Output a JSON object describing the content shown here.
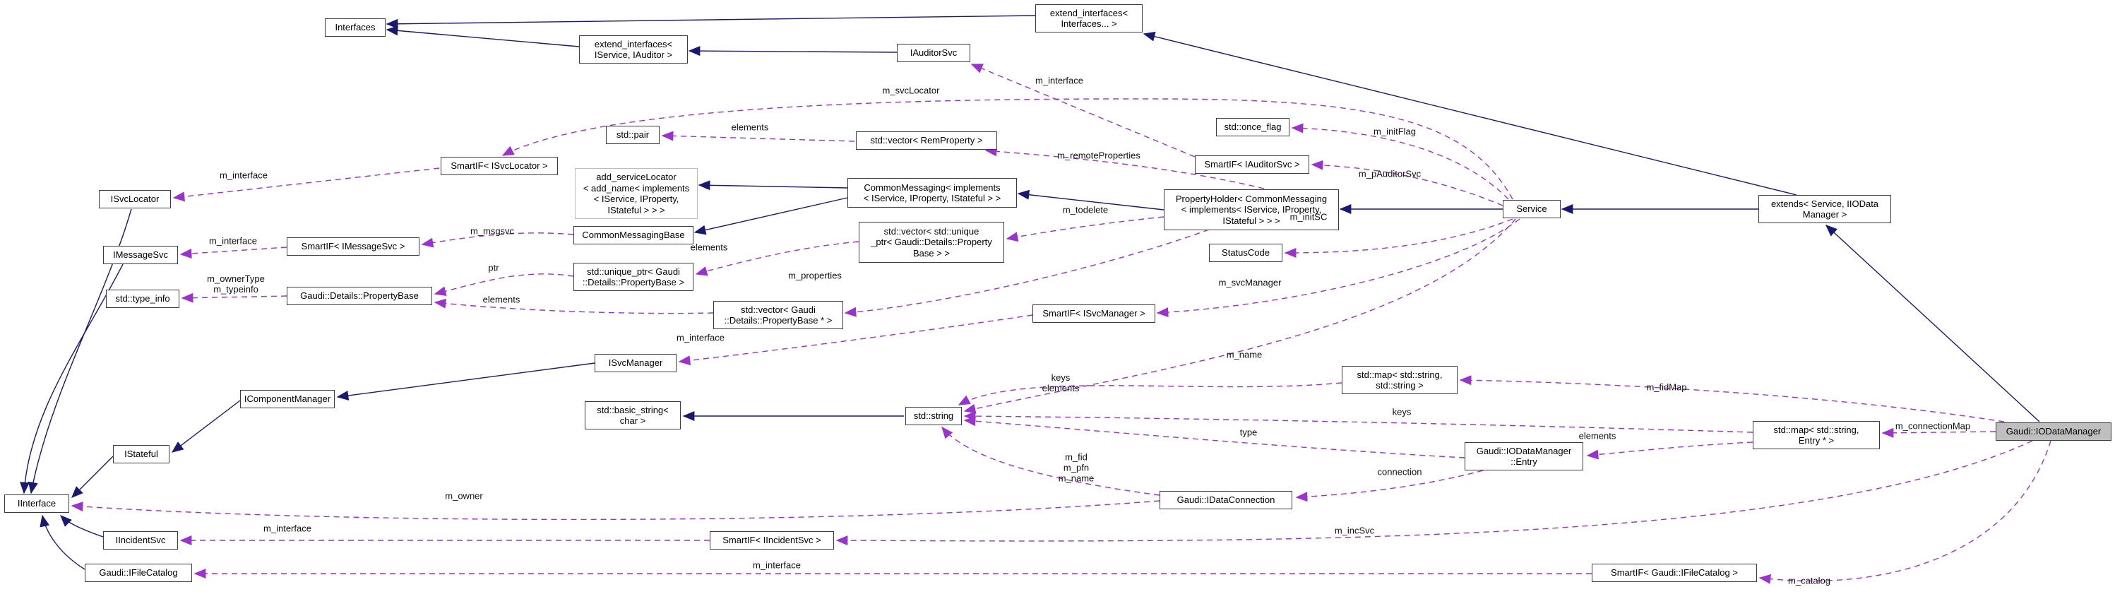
{
  "diagram": {
    "kind": "collaboration-graph",
    "main_class": "Gaudi::IODataManager"
  },
  "colors": {
    "inheritance_edge": "#191970",
    "usage_edge": "#9a32cd",
    "node_border": "#3c3c3c",
    "node_background": "#ffffff",
    "main_node_background": "#bfbfbf",
    "external_node_border": "#bdbdbd"
  },
  "nodes": {
    "interfaces": {
      "label": "Interfaces"
    },
    "ext_iservice_iauditor": {
      "label": "extend_interfaces<\nIService, IAuditor >"
    },
    "iauditorsvc": {
      "label": "IAuditorSvc"
    },
    "ext_interfaces": {
      "label": "extend_interfaces<\nInterfaces... >"
    },
    "smartif_isvclocator": {
      "label": "SmartIF< ISvcLocator >"
    },
    "std_pair": {
      "label": "std::pair"
    },
    "vector_remproperty": {
      "label": "std::vector< RemProperty >"
    },
    "once_flag": {
      "label": "std::once_flag"
    },
    "smartif_iauditorsvc": {
      "label": "SmartIF< IAuditorSvc >"
    },
    "isvclocator": {
      "label": "ISvcLocator"
    },
    "add_servicelocator": {
      "label": "add_serviceLocator\n< add_name< implements\n< IService, IProperty,\nIStateful > > >"
    },
    "commonmessaging": {
      "label": "CommonMessaging< implements\n< IService, IProperty, IStateful > >"
    },
    "propertyholder": {
      "label": "PropertyHolder< CommonMessaging\n< implements< IService, IProperty,\nIStateful > > >"
    },
    "service": {
      "label": "Service"
    },
    "extends_service": {
      "label": "extends< Service, IIOData\nManager >"
    },
    "imessagesvc": {
      "label": "IMessageSvc"
    },
    "smartif_imessagesvc": {
      "label": "SmartIF< IMessageSvc >"
    },
    "commonmessagingbase": {
      "label": "CommonMessagingBase"
    },
    "vector_uniqueptr": {
      "label": "std::vector< std::unique\n_ptr< Gaudi::Details::Property\nBase > >"
    },
    "statuscode": {
      "label": "StatusCode"
    },
    "type_info": {
      "label": "std::type_info"
    },
    "propertybase": {
      "label": "Gaudi::Details::PropertyBase"
    },
    "uniqueptr_propertybase": {
      "label": "std::unique_ptr< Gaudi\n::Details::PropertyBase >"
    },
    "vector_propertybase_ptr": {
      "label": "std::vector< Gaudi\n::Details::PropertyBase * >"
    },
    "smartif_isvcmanager": {
      "label": "SmartIF< ISvcManager >"
    },
    "isvcmanager": {
      "label": "ISvcManager"
    },
    "icomponentmanager": {
      "label": "IComponentManager"
    },
    "basic_string": {
      "label": "std::basic_string<\nchar >"
    },
    "std_string": {
      "label": "std::string"
    },
    "map_string_string": {
      "label": "std::map< std::string,\nstd::string >"
    },
    "map_string_entry": {
      "label": "std::map< std::string,\nEntry * >"
    },
    "iodatamanager": {
      "label": "Gaudi::IODataManager"
    },
    "entry": {
      "label": "Gaudi::IODataManager\n::Entry"
    },
    "istateful": {
      "label": "IStateful"
    },
    "iinterface": {
      "label": "IInterface"
    },
    "idataconnection": {
      "label": "Gaudi::IDataConnection"
    },
    "iincidentsvc": {
      "label": "IIncidentSvc"
    },
    "smartif_iincidentsvc": {
      "label": "SmartIF< IIncidentSvc >"
    },
    "ifilecatalog": {
      "label": "Gaudi::IFileCatalog"
    },
    "smartif_ifilecatalog": {
      "label": "SmartIF< Gaudi::IFileCatalog >"
    }
  },
  "edges": {
    "m_svcLocator": {
      "label": "m_svcLocator"
    },
    "m_interface_auditor": {
      "label": "m_interface"
    },
    "elements_pair": {
      "label": "elements"
    },
    "m_remoteProperties": {
      "label": "m_remoteProperties"
    },
    "m_initFlag": {
      "label": "m_initFlag"
    },
    "m_pAuditorSvc": {
      "label": "m_pAuditorSvc"
    },
    "m_interface_svclocator": {
      "label": "m_interface"
    },
    "m_todelete": {
      "label": "m_todelete"
    },
    "m_initSC": {
      "label": "m_initSC"
    },
    "m_msgsvc": {
      "label": "m_msgsvc"
    },
    "m_interface_messagesvc": {
      "label": "m_interface"
    },
    "m_ownerType_typeinfo": {
      "label": "m_ownerType\nm_typeinfo"
    },
    "ptr": {
      "label": "ptr"
    },
    "elements_propertybase": {
      "label": "elements"
    },
    "elements_uniqueptr": {
      "label": "elements"
    },
    "m_properties": {
      "label": "m_properties"
    },
    "m_svcManager": {
      "label": "m_svcManager"
    },
    "m_interface_svcmanager": {
      "label": "m_interface"
    },
    "m_name": {
      "label": "m_name"
    },
    "keys_elements": {
      "label": "keys\nelements"
    },
    "m_fidMap": {
      "label": "m_fidMap"
    },
    "keys": {
      "label": "keys"
    },
    "type": {
      "label": "type"
    },
    "elements_entry": {
      "label": "elements"
    },
    "m_connectionMap": {
      "label": "m_connectionMap"
    },
    "fid_pfn_name": {
      "label": "m_fid\nm_pfn\nm_name"
    },
    "connection": {
      "label": "connection"
    },
    "m_owner": {
      "label": "m_owner"
    },
    "m_interface_incident": {
      "label": "m_interface"
    },
    "m_incSvc": {
      "label": "m_incSvc"
    },
    "m_interface_catalog": {
      "label": "m_interface"
    },
    "m_catalog": {
      "label": "m_catalog"
    }
  }
}
